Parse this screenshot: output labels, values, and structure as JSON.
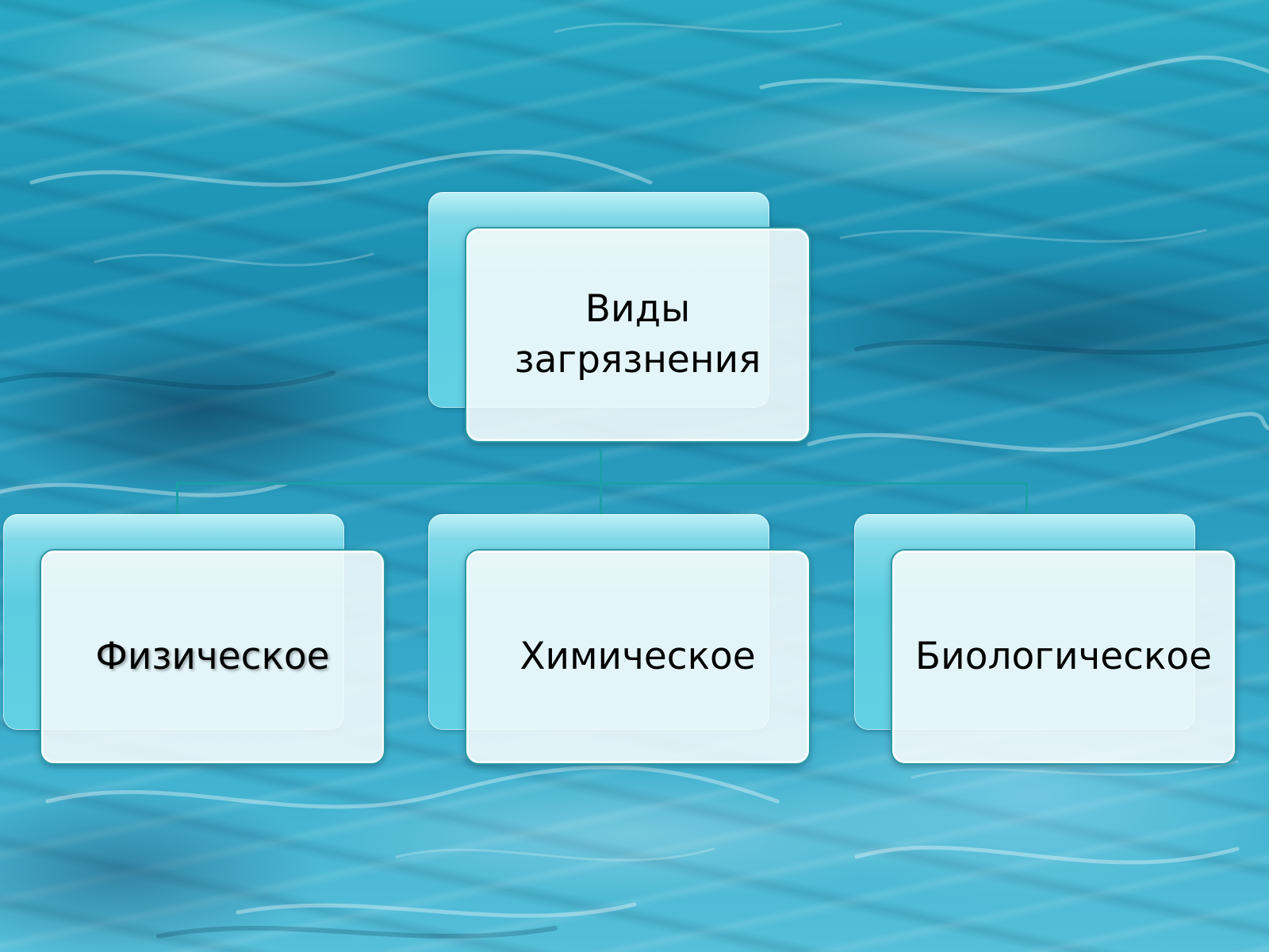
{
  "diagram": {
    "root": {
      "line1": "Виды",
      "line2": "загрязнения"
    },
    "children": [
      {
        "label": "Физическое"
      },
      {
        "label": "Химическое"
      },
      {
        "label": "Биологическое"
      }
    ]
  },
  "colors": {
    "connector": "#1aa0a8",
    "card_border": "#2a9aa6",
    "back_card": "#5ccde0",
    "water": "#1c8eb0"
  }
}
